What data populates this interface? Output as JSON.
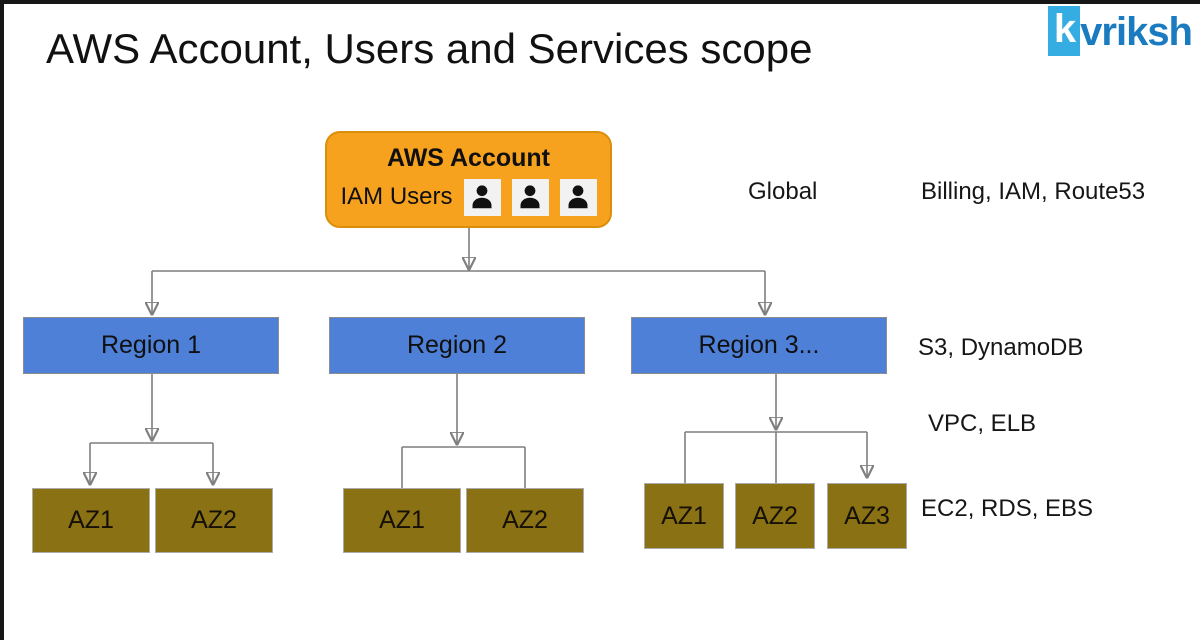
{
  "title": "AWS Account, Users and Services scope",
  "logo": {
    "k": "k",
    "rest": "vriksh"
  },
  "account": {
    "title": "AWS Account",
    "users_label": "IAM Users",
    "user_count": 3
  },
  "annotations": {
    "global": "Global",
    "global_services": "Billing, IAM, Route53",
    "region_services": "S3, DynamoDB",
    "network_services": "VPC, ELB",
    "az_services": "EC2, RDS, EBS"
  },
  "regions": [
    {
      "label": "Region 1"
    },
    {
      "label": "Region 2"
    },
    {
      "label": "Region 3..."
    }
  ],
  "az_groups": [
    [
      "AZ1",
      "AZ2"
    ],
    [
      "AZ1",
      "AZ2"
    ],
    [
      "AZ1",
      "AZ2",
      "AZ3"
    ]
  ],
  "colors": {
    "orange-fill": "#F6A21E",
    "orange-border": "#DB8E0B",
    "blue-fill": "#4E80D8",
    "box-border-gray": "#8C8C8C",
    "olive-fill": "#8A7113",
    "olive-border": "#ABABAB",
    "line": "#7F7F7F",
    "arrow": "#4A4A4A",
    "logo-light-blue": "#35ADE3",
    "logo-blue": "#1B7BC0",
    "edge-bar": "#161616",
    "text": "#141414"
  }
}
